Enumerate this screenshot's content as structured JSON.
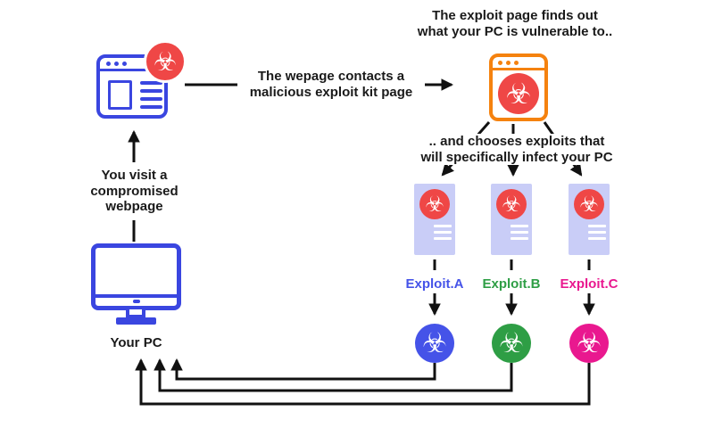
{
  "labels": {
    "visit_note": "You visit a\ncompromised\nwebpage",
    "your_pc": "Your PC",
    "contact_note": "The wepage contacts a\nmalicious exploit kit page",
    "finds_note": "The exploit page finds out\nwhat your PC is vulnerable to..",
    "chooses_note": ".. and chooses exploits that\nwill specifically infect your PC"
  },
  "exploits": [
    {
      "label": "Exploit.A",
      "color": "#4553e8"
    },
    {
      "label": "Exploit.B",
      "color": "#2e9e45"
    },
    {
      "label": "Exploit.C",
      "color": "#e9188f"
    }
  ],
  "colors": {
    "browser_blue": "#3a46e0",
    "orange": "#f5820f",
    "red_badge": "#ef4746",
    "file_lavender": "#c9cdf7",
    "arrow_black": "#111111",
    "text": "#1a1a1a"
  },
  "icons": {
    "biohazard": "☣"
  }
}
